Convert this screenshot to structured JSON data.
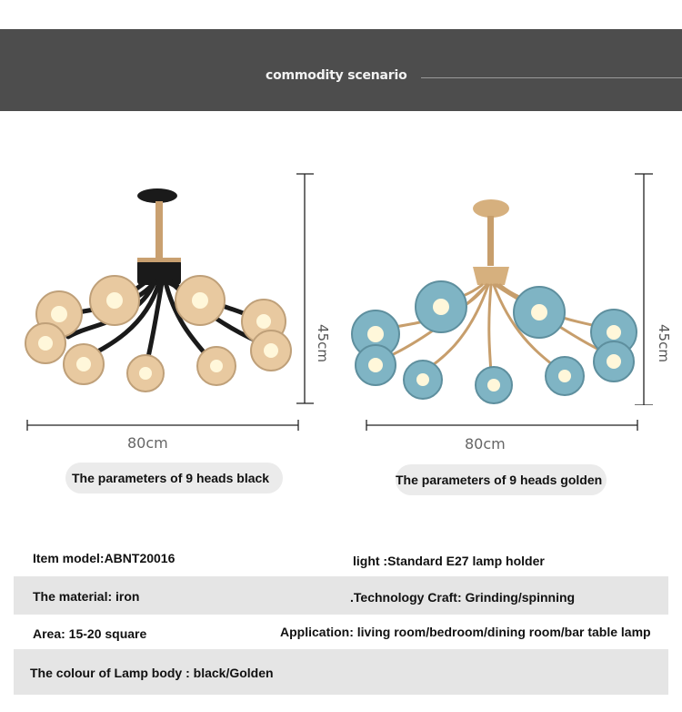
{
  "banner": {
    "title": "commodity scenario"
  },
  "products": [
    {
      "width_label": "80cm",
      "height_label": "45cm",
      "caption": "The parameters of 9 heads black",
      "body_color": "#1a1a1a",
      "stem_color": "#c9a070",
      "globe_color": "#e8c9a0"
    },
    {
      "width_label": "80cm",
      "height_label": "45cm",
      "caption": "The parameters of 9 heads golden",
      "body_color": "#c79e6c",
      "stem_color": "#c79e6c",
      "globe_color": "#7fb4c4"
    }
  ],
  "specs": {
    "item_model": "Item model:ABNT20016",
    "light": "light :Standard E27 lamp holder",
    "material": "The material: iron",
    "craft": ".Technology Craft:  Grinding/spinning",
    "area": "Area: 15-20 square",
    "application": "Application: living room/bedroom/dining room/bar table lamp",
    "colour": "The colour of Lamp body : black/Golden"
  }
}
